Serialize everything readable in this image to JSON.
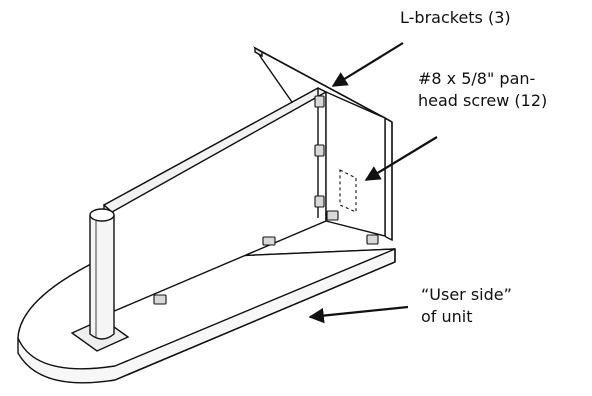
{
  "callouts": {
    "brackets": "L-brackets (3)",
    "screw_line1": "#8 x 5/8\" pan-",
    "screw_line2": "head screw (12)",
    "user_line1": "“User side”",
    "user_line2": "of unit"
  }
}
